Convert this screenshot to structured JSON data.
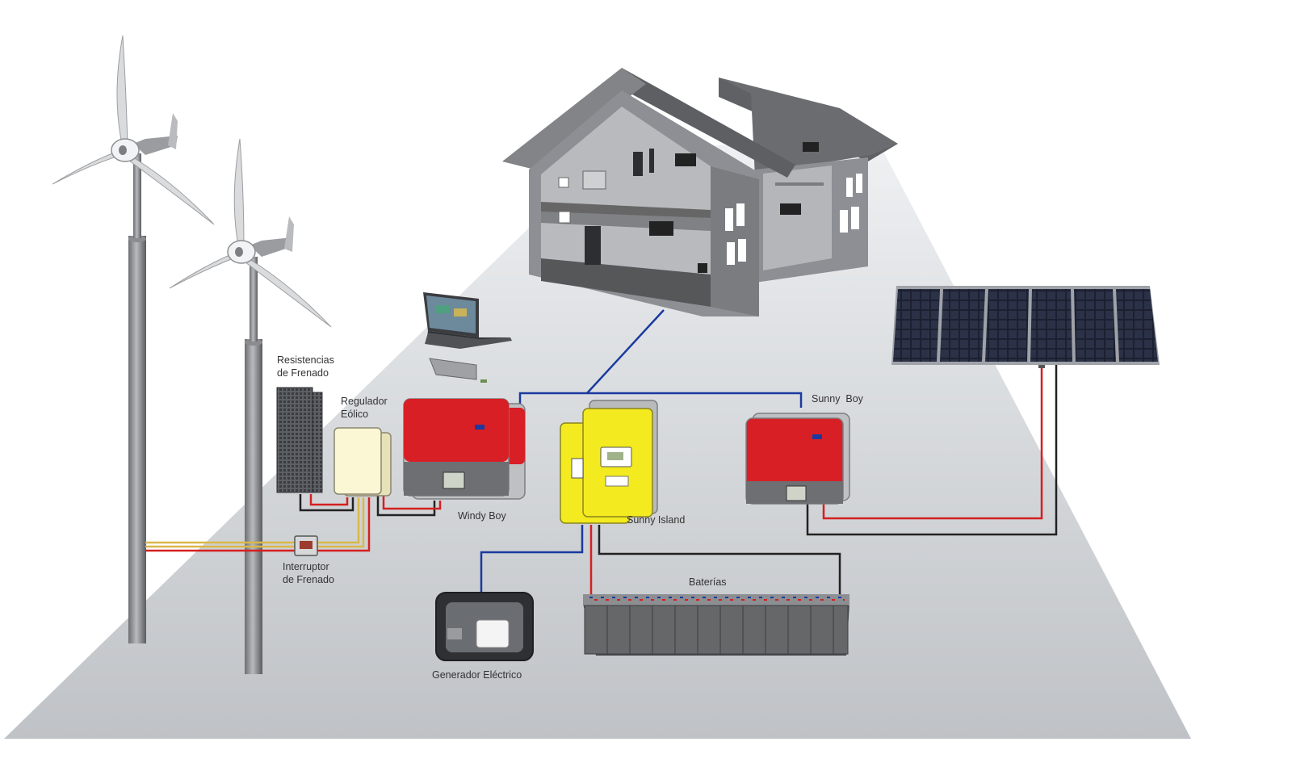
{
  "labels": {
    "resistencias": [
      "Resistencias",
      "de Frenado"
    ],
    "regulador": [
      "Regulador",
      "Eólico"
    ],
    "interruptor": [
      "Interruptor",
      "de Frenado"
    ],
    "windy_boy": "Windy Boy",
    "sunny_island": "Sunny Island",
    "sunny_boy": "Sunny  Boy",
    "baterias": "Baterías",
    "generador": "Generador Eléctrico"
  },
  "colors": {
    "ground": "#c9ccd0",
    "inverter_red": "#d81f26",
    "inverter_yellow": "#f3ea1f",
    "regulator": "#fbf6d4",
    "house_wall": "#8d8f94",
    "roof": "#6a6c70",
    "solar_panel": "#1f2230",
    "wire_red": "#d42020",
    "wire_black": "#222222",
    "wire_blue": "#1a3aa0",
    "wire_yellow": "#d9b84a"
  }
}
